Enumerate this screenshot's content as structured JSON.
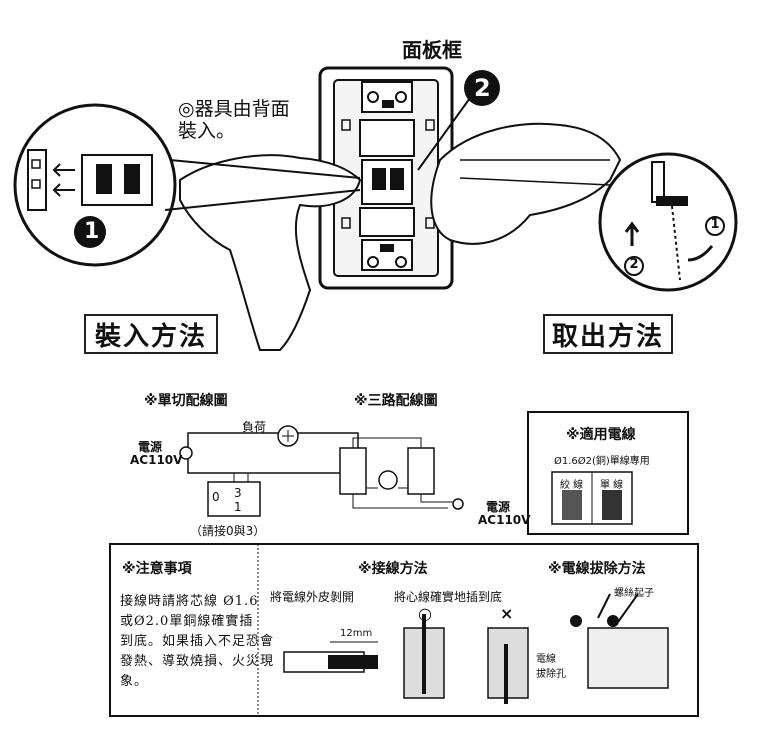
{
  "top": {
    "panel_frame_label": "面板框",
    "rear_note": "◎器具由背面\n裝入。",
    "marker_1": "1",
    "marker_2": "2",
    "install_method": "裝入方法",
    "remove_method": "取出方法",
    "inset_right_1": "1",
    "inset_right_2": "2"
  },
  "bottom": {
    "single_switch_title": "※單切配線圖",
    "load_label": "負荷",
    "power_source_label": "電源",
    "ac_voltage": "AC110V",
    "connect_note": "（請接0與3）",
    "switch_terminals": [
      "0",
      "3",
      "1"
    ],
    "three_way_title": "※三路配線圖",
    "three_way_power_label": "電源",
    "three_way_ac_voltage": "AC110V",
    "applicable_wire_title": "※適用電線",
    "wire_spec": "Ø1.6Ø2(銅)單線專用",
    "wire_type_1": "絞 線",
    "wire_type_2": "單 線",
    "notes_title": "※注意事項",
    "notes_body": "接線時請將芯線 Ø1.6\n或Ø2.0單銅線確實插\n到底。如果插入不足恐會\n發熱、導致燒損、火災現\n象。",
    "wiring_method_title": "※接線方法",
    "step1_label": "將電線外皮剝開",
    "step2_label": "將心線確實地插到底",
    "strip_length": "12mm",
    "ok_mark": "○",
    "ng_mark": "×",
    "wire_removal_title": "※電線拔除方法",
    "screwdriver_label": "螺絲起子",
    "removal_hole_label": "電線\n拔除孔"
  }
}
